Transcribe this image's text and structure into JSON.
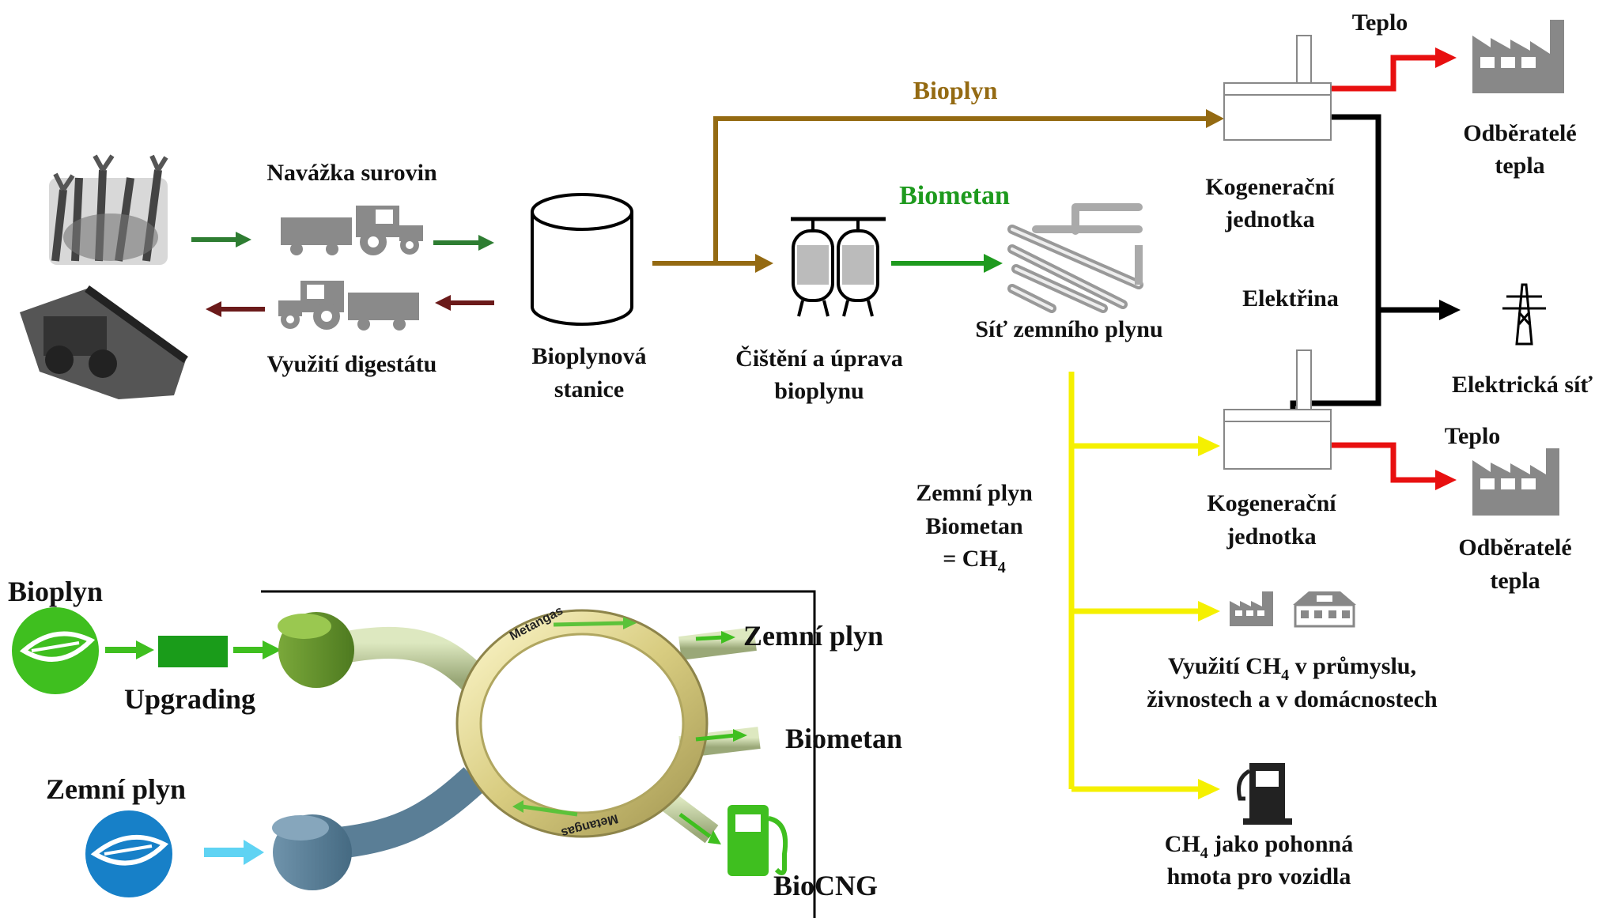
{
  "labels": {
    "navazka": "Navážka surovin",
    "vyuziti_digestatu": "Využití digestátu",
    "stanice_1": "Bioplynová",
    "stanice_2": "stanice",
    "cisteni_1": "Čištění a úprava",
    "cisteni_2": "bioplynu",
    "bioplyn_top": "Bioplyn",
    "biometan_top": "Biometan",
    "sit_zemniho_plynu": "Síť zemního plynu",
    "teplo_1": "Teplo",
    "teplo_2": "Teplo",
    "odberatele_1a": "Odběratelé",
    "odberatele_1b": "tepla",
    "odberatele_2a": "Odběratelé",
    "odberatele_2b": "tepla",
    "kogen_1a": "Kogenerační",
    "kogen_1b": "jednotka",
    "kogen_2a": "Kogenerační",
    "kogen_2b": "jednotka",
    "elektrina": "Elektřina",
    "elektricka_sit": "Elektrická síť",
    "zemni_plyn_eq_1": "Zemní plyn",
    "zemni_plyn_eq_2": "Biometan",
    "zemni_plyn_eq_3": "= CH",
    "ch4_sub": "4",
    "vyuziti_ch4_1a": "Využití CH",
    "vyuziti_ch4_1b": " v průmyslu,",
    "vyuziti_ch4_2": "živnostech a v domácnostech",
    "ch4_pohon_1a": "CH",
    "ch4_pohon_1b": " jako pohonná",
    "ch4_pohon_2": "hmota pro vozidla",
    "inset_bioplyn": "Bioplyn",
    "inset_upgrading": "Upgrading",
    "inset_zemni_plyn_left": "Zemní plyn",
    "inset_zemni_plyn_out": "Zemní plyn",
    "inset_biometan_out": "Biometan",
    "inset_biocng_out": "BioCNG",
    "ring_label_1": "Metangas",
    "ring_label_2": "Metangas"
  },
  "colors": {
    "bioplyn_line": "#946a12",
    "biometan_line": "#1e9a1e",
    "feed_arrow": "#2e7d32",
    "digestate_arrow": "#6b1a1a",
    "heat_line": "#e81010",
    "electric_line": "#000000",
    "gas_line": "#f5f000",
    "inset_green": "#3fbf1f",
    "inset_blue": "#1780c8",
    "inset_cyan": "#5fd3f3"
  },
  "icons": [
    "grain-icon",
    "tractor-icon",
    "harvester-icon",
    "digester-icon",
    "purifier-icon",
    "pipeline-icon",
    "chp-unit-icon",
    "factory-icon",
    "power-pylon-icon",
    "house-icon",
    "fuel-pump-icon",
    "leaf-icon",
    "metangas-ring-icon"
  ]
}
